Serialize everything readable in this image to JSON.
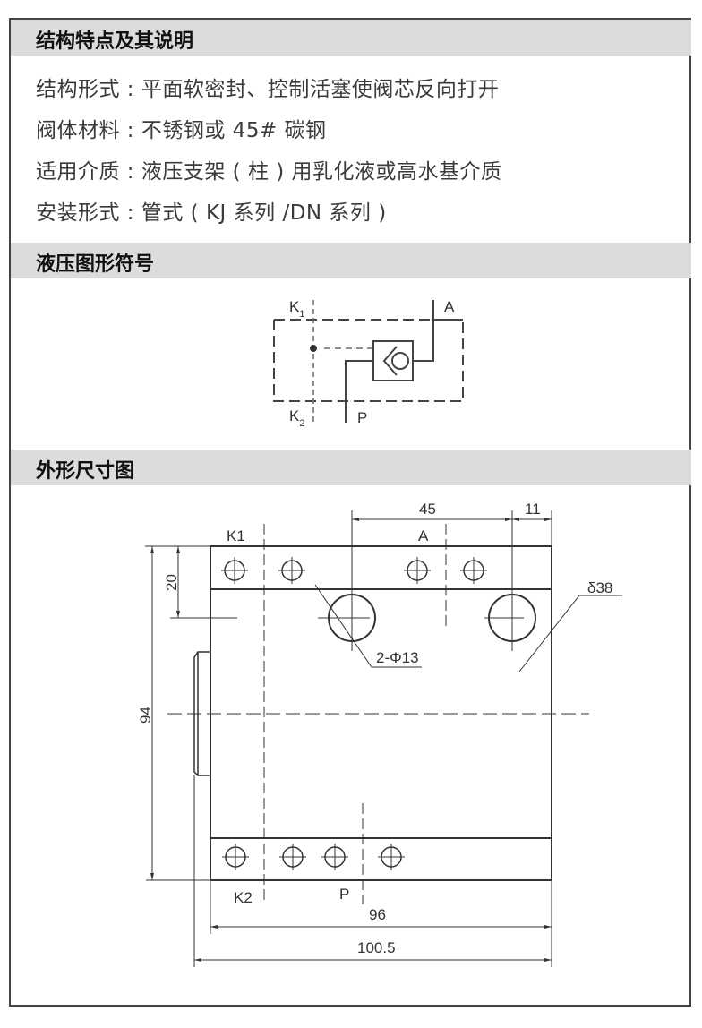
{
  "sections": [
    {
      "title": "结构特点及其说明"
    },
    {
      "title": "液压图形符号"
    },
    {
      "title": "外形尺寸图"
    }
  ],
  "specs": [
    "结构形式 : 平面软密封、控制活塞使阀芯反向打开",
    "阀体材料 : 不锈钢或 45# 碳钢",
    "适用介质 : 液压支架 ( 柱 ) 用乳化液或高水基介质",
    "安装形式 : 管式 ( KJ 系列 /DN 系列 )"
  ],
  "symbol": {
    "k1": "K",
    "k1_sub": "1",
    "k2": "K",
    "k2_sub": "2",
    "a": "A",
    "p": "P"
  },
  "drawing": {
    "k1": "K1",
    "a": "A",
    "k2": "K2",
    "p": "P",
    "dim_45": "45",
    "dim_11": "11",
    "dim_20": "20",
    "dim_94": "94",
    "dim_96": "96",
    "dim_100_5": "100.5",
    "holes_note": "2-Φ13",
    "thickness_note": "δ38"
  }
}
